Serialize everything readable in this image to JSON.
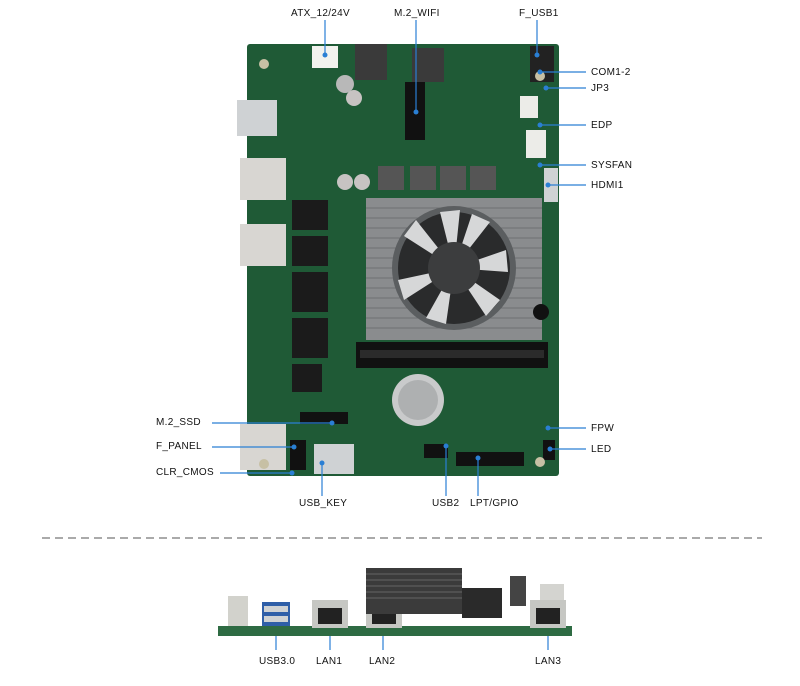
{
  "labels": {
    "atx": "ATX_12/24V",
    "m2_wifi": "M.2_WIFI",
    "f_usb1": "F_USB1",
    "com": "COM1-2",
    "jp3": "JP3",
    "edp": "EDP",
    "sysfan": "SYSFAN",
    "hdmi1": "HDMI1",
    "fpw": "FPW",
    "led": "LED",
    "m2_ssd": "M.2_SSD",
    "f_panel": "F_PANEL",
    "clr_cmos": "CLR_CMOS",
    "usb_key": "USB_KEY",
    "usb2": "USB2",
    "lpt_gpio": "LPT/GPIO",
    "usb30": "USB3.0",
    "lan1": "LAN1",
    "lan2": "LAN2",
    "lan3": "LAN3"
  },
  "colors": {
    "pcb": "#1f5a36",
    "pcb_dark": "#14402a",
    "heatsink": "#8a8c8e",
    "leader": "#2a7fd4"
  }
}
